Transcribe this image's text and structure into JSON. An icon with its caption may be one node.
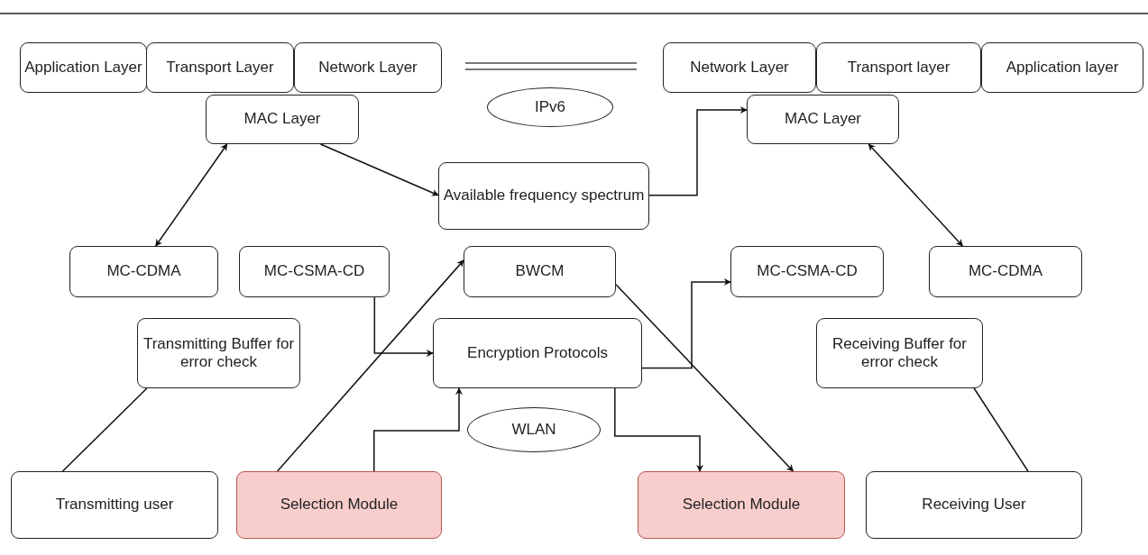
{
  "diagram": {
    "nodes": [
      {
        "text": [
          "Application Layer"
        ]
      },
      {
        "text": [
          "Transport Layer"
        ]
      },
      {
        "text": [
          "Network Layer"
        ]
      },
      {
        "text": [
          "IPv6"
        ]
      },
      {
        "text": [
          "Network Layer"
        ]
      },
      {
        "text": [
          "Transport layer"
        ]
      },
      {
        "text": [
          "Application layer"
        ]
      },
      {
        "text": [
          "MAC Layer"
        ]
      },
      {
        "text": [
          "MAC Layer"
        ]
      },
      {
        "text": [
          "Available frequency spectrum"
        ]
      },
      {
        "text": [
          "MC-CDMA"
        ]
      },
      {
        "text": [
          "MC-CSMA-CD"
        ]
      },
      {
        "text": [
          "BWCM"
        ]
      },
      {
        "text": [
          "MC-CSMA-CD"
        ]
      },
      {
        "text": [
          "MC-CDMA"
        ]
      },
      {
        "text": [
          "Transmitting Buffer for error check"
        ]
      },
      {
        "text": [
          "Encryption Protocols"
        ]
      },
      {
        "text": [
          "Receiving Buffer for error check"
        ]
      },
      {
        "text": [
          "WLAN"
        ]
      },
      {
        "text": [
          "Transmitting user"
        ]
      },
      {
        "text": [
          "Selection Module"
        ]
      },
      {
        "text": [
          "Selection Module"
        ]
      },
      {
        "text": [
          "Receiving User"
        ]
      }
    ],
    "edges": [
      {
        "from": 7,
        "to": 10,
        "arrow": "both"
      },
      {
        "from": 7,
        "to": 9,
        "arrow": "to"
      },
      {
        "from": 9,
        "to": 8,
        "arrow": "to"
      },
      {
        "from": 8,
        "to": 14,
        "arrow": "both"
      },
      {
        "from": 11,
        "to": 16,
        "arrow": "to"
      },
      {
        "from": 20,
        "to": 12,
        "arrow": "to"
      },
      {
        "from": 20,
        "to": 16,
        "arrow": "to"
      },
      {
        "from": 16,
        "to": 13,
        "arrow": "to"
      },
      {
        "from": 16,
        "to": 21,
        "arrow": "to"
      },
      {
        "from": 12,
        "to": 21,
        "arrow": "to"
      },
      {
        "from": 15,
        "to": 19,
        "arrow": "none"
      },
      {
        "from": 17,
        "to": 22,
        "arrow": "none"
      }
    ]
  }
}
